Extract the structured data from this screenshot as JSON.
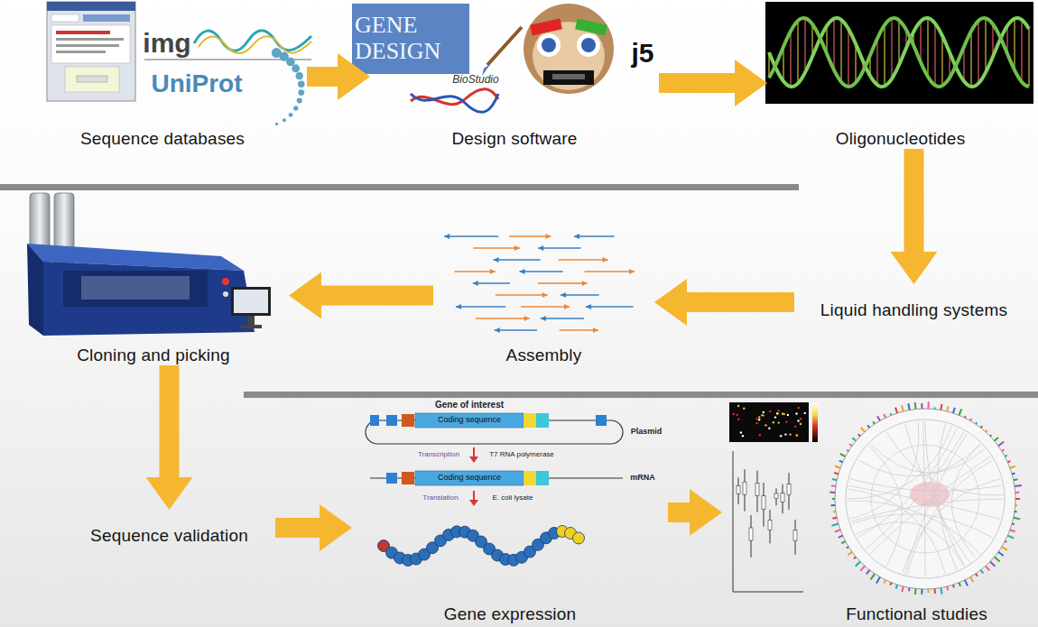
{
  "diagram": {
    "nodes": [
      {
        "text": [
          "Sequence databases"
        ]
      },
      {
        "text": [
          "Design software"
        ]
      },
      {
        "text": [
          "Oligonucleotides"
        ]
      },
      {
        "text": [
          "Liquid handling systems"
        ]
      },
      {
        "text": [
          "Assembly"
        ]
      },
      {
        "text": [
          "Cloning and picking"
        ]
      },
      {
        "text": [
          "Sequence validation"
        ]
      },
      {
        "text": [
          "Gene expression"
        ]
      },
      {
        "text": [
          "Functional studies"
        ]
      }
    ],
    "edges": [
      {
        "from": 0,
        "to": 1,
        "arrow": "to"
      },
      {
        "from": 1,
        "to": 2,
        "arrow": "to"
      },
      {
        "from": 2,
        "to": 3,
        "arrow": "to"
      },
      {
        "from": 3,
        "to": 4,
        "arrow": "to"
      },
      {
        "from": 4,
        "to": 5,
        "arrow": "to"
      },
      {
        "from": 5,
        "to": 6,
        "arrow": "to"
      },
      {
        "from": 6,
        "to": 7,
        "arrow": "to"
      },
      {
        "from": 7,
        "to": 8,
        "arrow": "to"
      }
    ],
    "labels": [
      "img",
      "UniProt",
      "GENE DESIGN",
      "BioStudio",
      "j5",
      "Gene of interest",
      "Plasmid",
      "Coding sequence",
      "Transcription",
      "T7 RNA polymerase",
      "mRNA",
      "Coding sequence",
      "Translation",
      "E. coli lysate"
    ]
  }
}
